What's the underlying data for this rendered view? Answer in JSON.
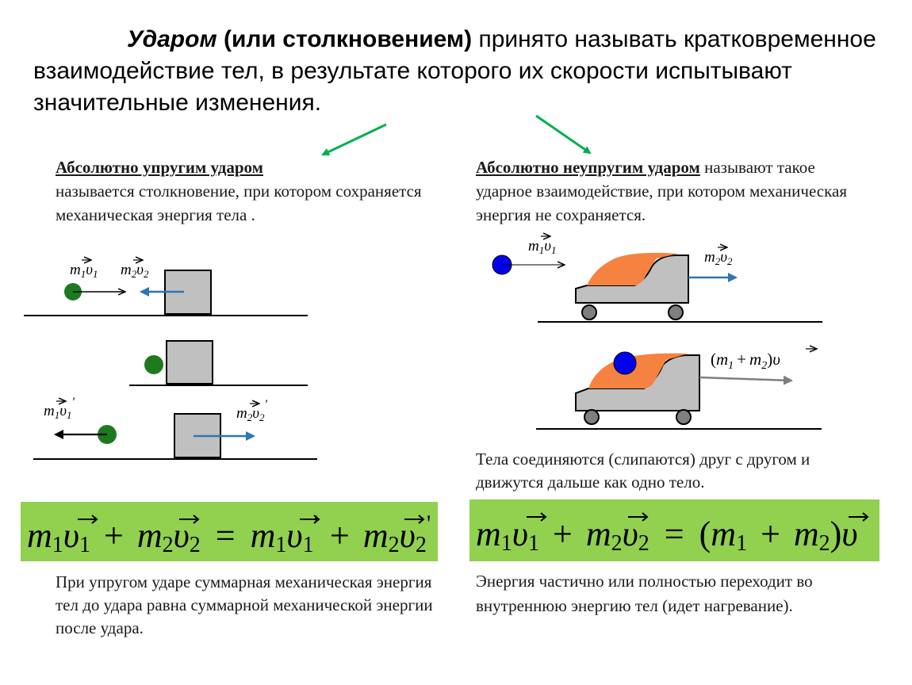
{
  "intro": {
    "term": "Ударом",
    "term_alt": "(или столкновением)",
    "rest": "принято называть кратковременное взаимодействие тел, в результате которого их скорости испытывают значительные изменения."
  },
  "elastic": {
    "term": "Абсолютно упругим ударом",
    "definition": "называется столкновение, при котором сохраняется механическая энергия тела .",
    "caption": "При упругом ударе суммарная механическая энергия тел до удара равна суммарной механической энергии после удара.",
    "labels": {
      "m1": "m",
      "sub1": "1",
      "m2": "m",
      "sub2": "2",
      "v": "υ",
      "prime": "'"
    }
  },
  "inelastic": {
    "term": "Абсолютно неупругим ударом",
    "term_tail": "называют",
    "definition": "такое ударное взаимодействие, при котором механическая энергия не сохраняется.",
    "result": "Тела соединяются (слипаются) друг с другом и движутся дальше как одно тело.",
    "caption": "Энергия частично или полностью переходит во внутреннюю энергию тел (идет нагревание).",
    "labels": {
      "combined_open": "(",
      "combined_plus": "+",
      "combined_close": ")"
    }
  },
  "formulas": {
    "plus": "+",
    "equals": "=",
    "open": "(",
    "close": ")"
  },
  "colors": {
    "arrow_green": "#00b050",
    "formula_bg": "#92d050",
    "ball_green": "#1e7a1e",
    "ball_blue": "#0000ee",
    "body_gray": "#c0c0c0",
    "cart_orange": "#f58240",
    "arrow_blue": "#2e75b6"
  }
}
